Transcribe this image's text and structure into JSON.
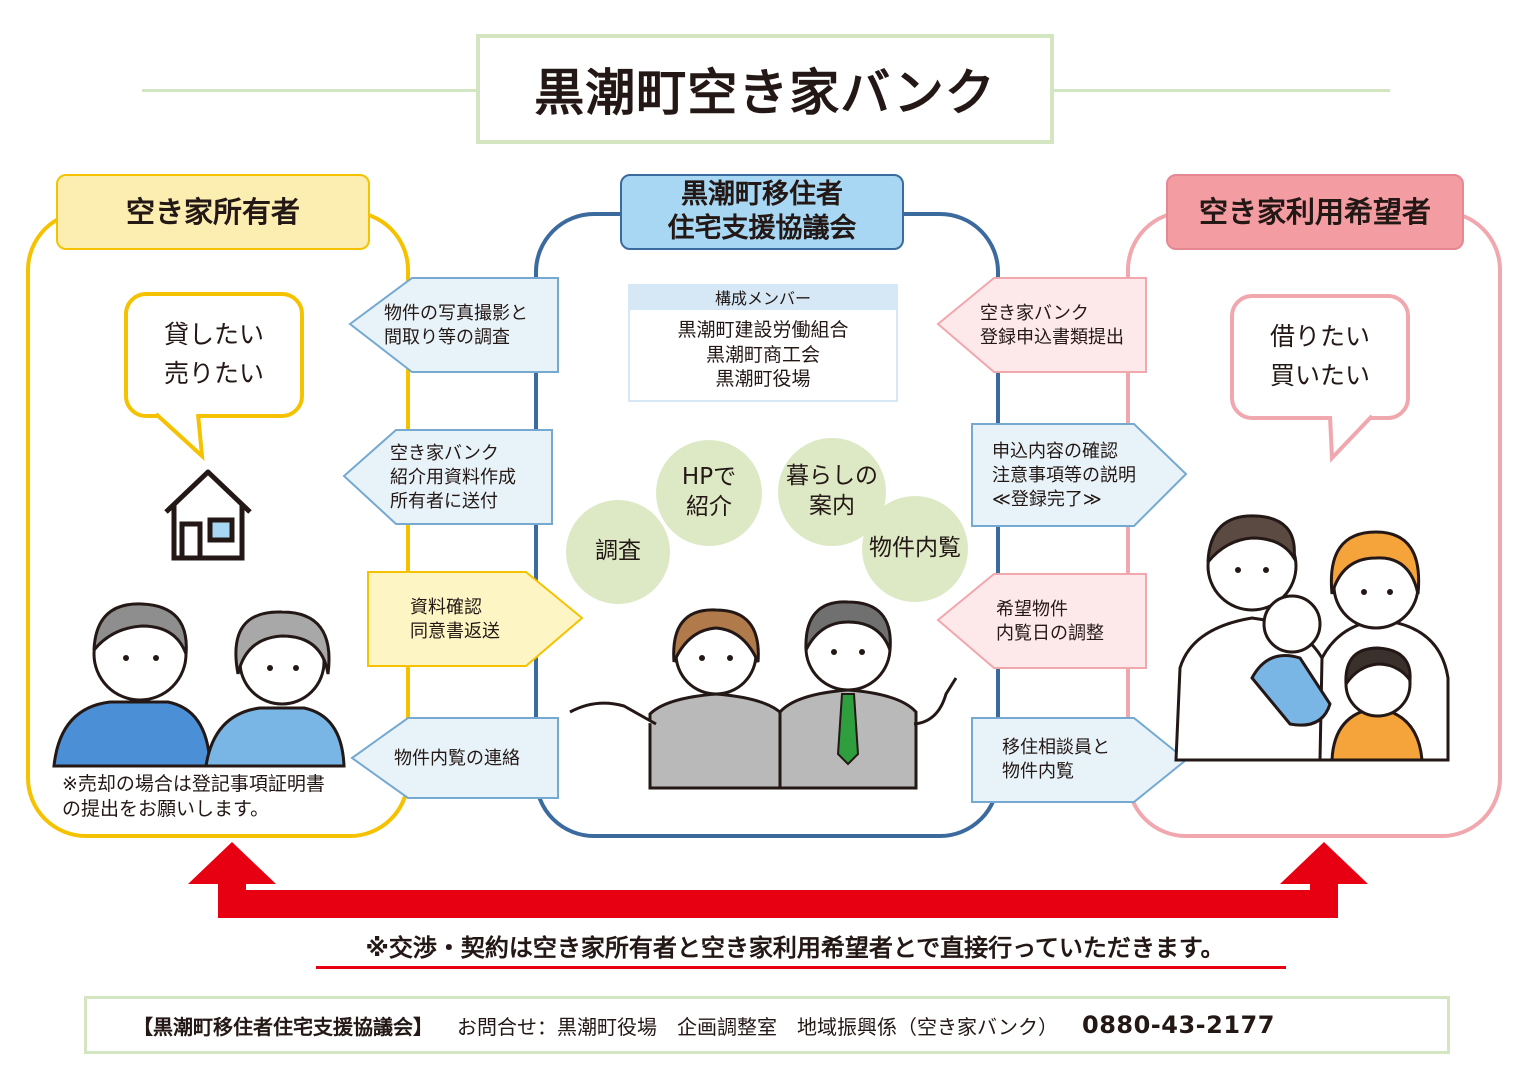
{
  "title": "黒潮町空き家バンク",
  "colors": {
    "owner": "#f5c200",
    "owner_fill": "#fceeb0",
    "council": "#3b6a9e",
    "council_fill": "#a7d7f2",
    "user": "#f0a7ad",
    "user_fill": "#f39ca2",
    "left_arrow_fill": "#e8f3f9",
    "left_arrow_stroke": "#75a9d0",
    "pink_arrow_fill": "#fde8ea",
    "pink_arrow_stroke": "#f0a7ad",
    "yellow_arrow_fill": "#fdf6c4",
    "yellow_arrow_stroke": "#f5c200",
    "circle": "#dde9c5",
    "red": "#e60012",
    "title_border": "#d4e6c1"
  },
  "owner": {
    "label": "空き家所有者",
    "bubble": [
      "貸したい",
      "売りたい"
    ],
    "note": [
      "※売却の場合は登記事項証明書",
      "の提出をお願いします。"
    ]
  },
  "council": {
    "label": [
      "黒潮町移住者",
      "住宅支援協議会"
    ],
    "members_heading": "構成メンバー",
    "members": [
      "黒潮町建設労働組合",
      "黒潮町商工会",
      "黒潮町役場"
    ],
    "activities": [
      {
        "lines": [
          "HPで",
          "紹介"
        ]
      },
      {
        "lines": [
          "暮らしの",
          "案内"
        ]
      },
      {
        "lines": [
          "調査"
        ]
      },
      {
        "lines": [
          "物件内覧"
        ]
      }
    ]
  },
  "user": {
    "label": "空き家利用希望者",
    "bubble": [
      "借りたい",
      "買いたい"
    ]
  },
  "left_arrows": [
    {
      "text": "物件の写真撮影と\n間取り等の調査",
      "dir": "left"
    },
    {
      "text": "空き家バンク\n紹介用資料作成\n所有者に送付",
      "dir": "left"
    },
    {
      "text": "資料確認\n同意書返送",
      "dir": "right"
    },
    {
      "text": "物件内覧の連絡",
      "dir": "left"
    }
  ],
  "right_arrows": [
    {
      "text": "空き家バンク\n登録申込書類提出",
      "dir": "left"
    },
    {
      "text": "申込内容の確認\n注意事項等の説明\n≪登録完了≫",
      "dir": "right"
    },
    {
      "text": "希望物件\n内覧日の調整",
      "dir": "left"
    },
    {
      "text": "移住相談員と\n物件内覧",
      "dir": "right"
    }
  ],
  "negotiation": "※交渉・契約は空き家所有者と空き家利用希望者とで直接行っていただきます。",
  "footer": {
    "org": "【黒潮町移住者住宅支援協議会】",
    "contact": "お問合せ：黒潮町役場　企画調整室　地域振興係（空き家バンク）",
    "phone": "0880-43-2177"
  }
}
